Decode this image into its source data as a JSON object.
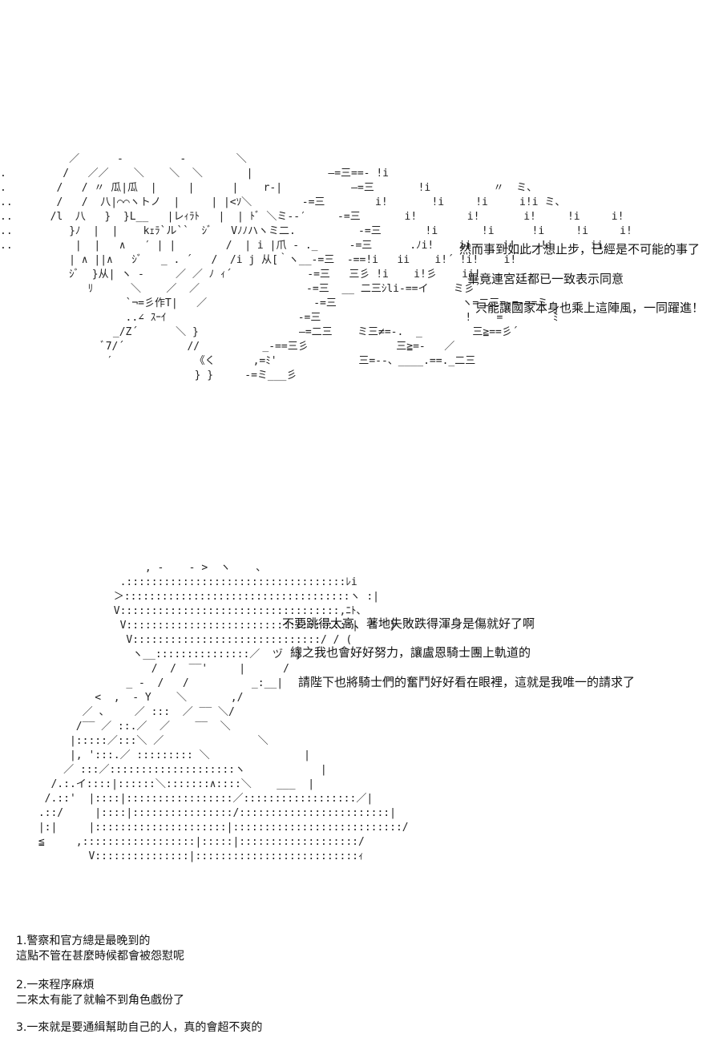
{
  "panel1": {
    "lines": [
      "然而事到如此才想止步，已經是不可能的事了",
      "畢竟連宮廷都已一致表示同意",
      "只能讓國家本身也乘上這陣風，一同躍進！"
    ]
  },
  "panel2": {
    "lines": [
      "不要跳得太高、著地失敗跌得渾身是傷就好了啊",
      "總之我也會好好努力，讓盧恩騎士團上軌道的",
      "請陛下也將騎士們的奮鬥好好看在眼裡，這就是我唯一的請求了"
    ]
  },
  "notes": {
    "lines": [
      "1.警察和官方總是最晚到的",
      "這點不管在甚麼時候都會被怨懟呢",
      "",
      "2.一來程序麻煩",
      "二來太有能了就輪不到角色戲份了",
      "",
      "3.一來就是要通緝幫助自己的人，真的會超不爽的"
    ]
  }
}
